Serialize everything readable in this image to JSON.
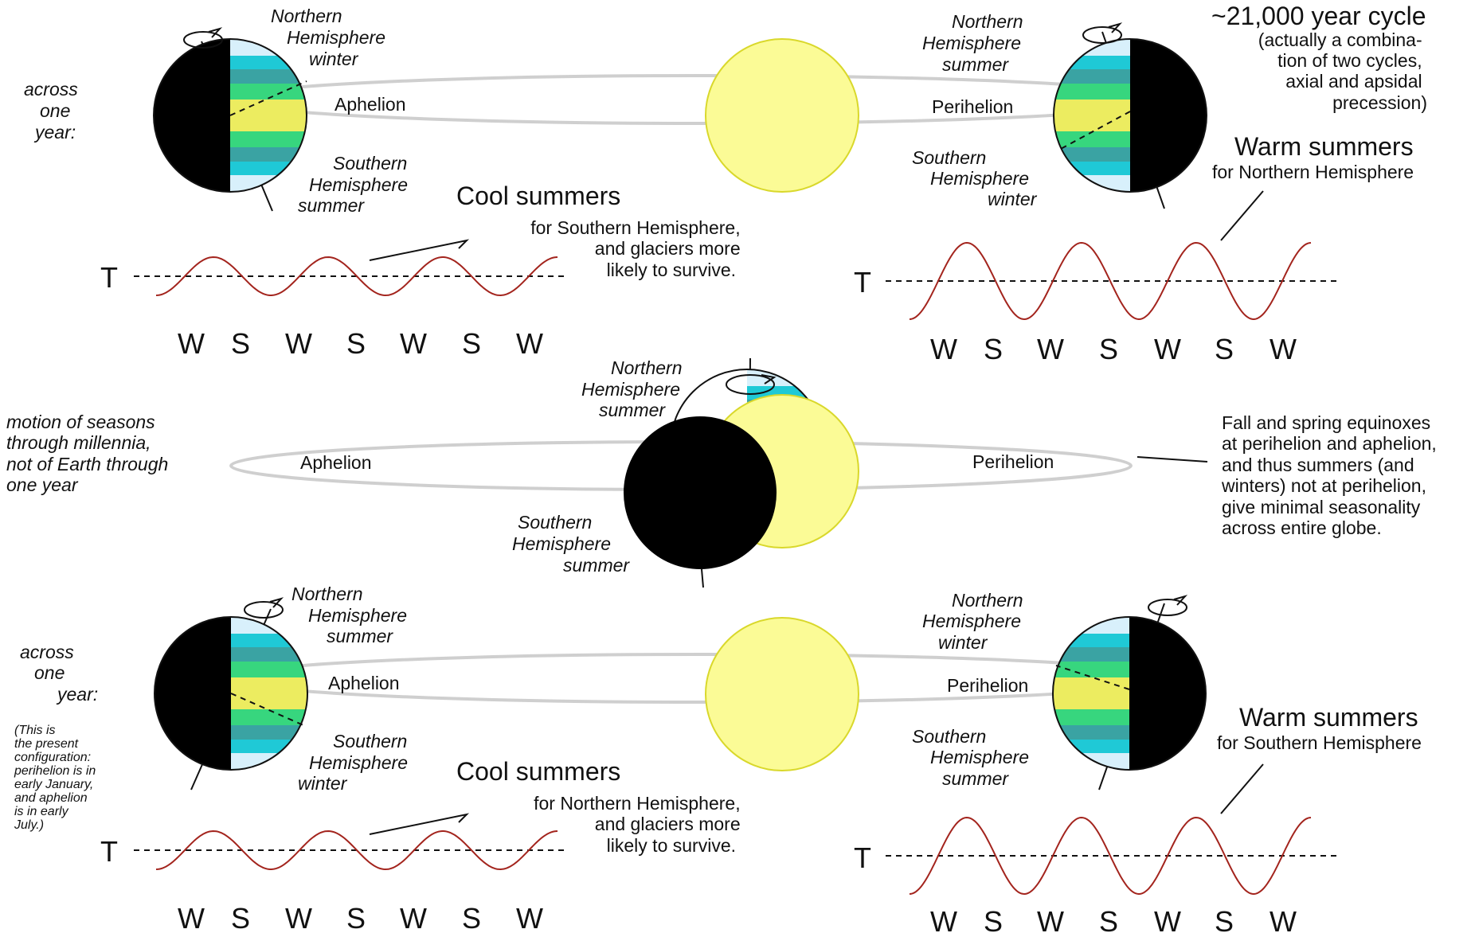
{
  "colors": {
    "sun_fill": "#fbfb96",
    "polar_band": "#d8f0fb",
    "cyan_band": "#1fc9d6",
    "teal_band": "#3aa3a3",
    "green_band": "#37d67e",
    "equator_band": "#ecec60",
    "temperature_curve": "#a3241d",
    "orbit": "#cfcfcf"
  },
  "cycle": {
    "title": "~21,000 year cycle",
    "note": [
      "(actually a combina-",
      "tion of two cycles,",
      "axial and apsidal",
      "precession)"
    ]
  },
  "top": {
    "left_caption": [
      "across",
      "one",
      "year:"
    ],
    "aphelion": "Aphelion",
    "perihelion": "Perihelion",
    "left_earth_north": [
      "Northern",
      "Hemisphere",
      "winter"
    ],
    "left_earth_south": [
      "Southern",
      "Hemisphere",
      "summer"
    ],
    "right_earth_north": [
      "Northern",
      "Hemisphere",
      "summer"
    ],
    "right_earth_south": [
      "Southern",
      "Hemisphere",
      "winter"
    ],
    "cool_title": "Cool summers",
    "cool_sub": [
      "for Southern Hemisphere,",
      "and glaciers more",
      "likely to survive."
    ],
    "warm_title": "Warm summers",
    "warm_sub": "for Northern Hemisphere",
    "t_label": "T",
    "season_labels": [
      "W",
      "S",
      "W",
      "S",
      "W",
      "S",
      "W"
    ]
  },
  "middle": {
    "left_caption": [
      "motion of seasons",
      "through millennia,",
      "not of Earth through",
      "one year"
    ],
    "aphelion": "Aphelion",
    "perihelion": "Perihelion",
    "north": [
      "Northern",
      "Hemisphere",
      "summer"
    ],
    "south": [
      "Southern",
      "Hemisphere",
      "summer"
    ],
    "right_note": [
      "Fall and spring equinoxes",
      "at perihelion and aphelion,",
      "and thus summers (and",
      "winters) not at perihelion,",
      "give minimal seasonality",
      "across entire globe."
    ]
  },
  "bottom": {
    "left_caption": [
      "across",
      "one",
      "year:"
    ],
    "present_note": [
      "(This is",
      "the present",
      "configuration:",
      "perihelion is in",
      "early January,",
      "and aphelion",
      "is in early",
      "July.)"
    ],
    "aphelion": "Aphelion",
    "perihelion": "Perihelion",
    "left_earth_north": [
      "Northern",
      "Hemisphere",
      "summer"
    ],
    "left_earth_south": [
      "Southern",
      "Hemisphere",
      "winter"
    ],
    "right_earth_north": [
      "Northern",
      "Hemisphere",
      "winter"
    ],
    "right_earth_south": [
      "Southern",
      "Hemisphere",
      "summer"
    ],
    "cool_title": "Cool summers",
    "cool_sub": [
      "for Northern Hemisphere,",
      "and glaciers more",
      "likely to survive."
    ],
    "warm_title": "Warm summers",
    "warm_sub": "for Southern Hemisphere",
    "t_label": "T",
    "season_labels": [
      "W",
      "S",
      "W",
      "S",
      "W",
      "S",
      "W"
    ]
  }
}
